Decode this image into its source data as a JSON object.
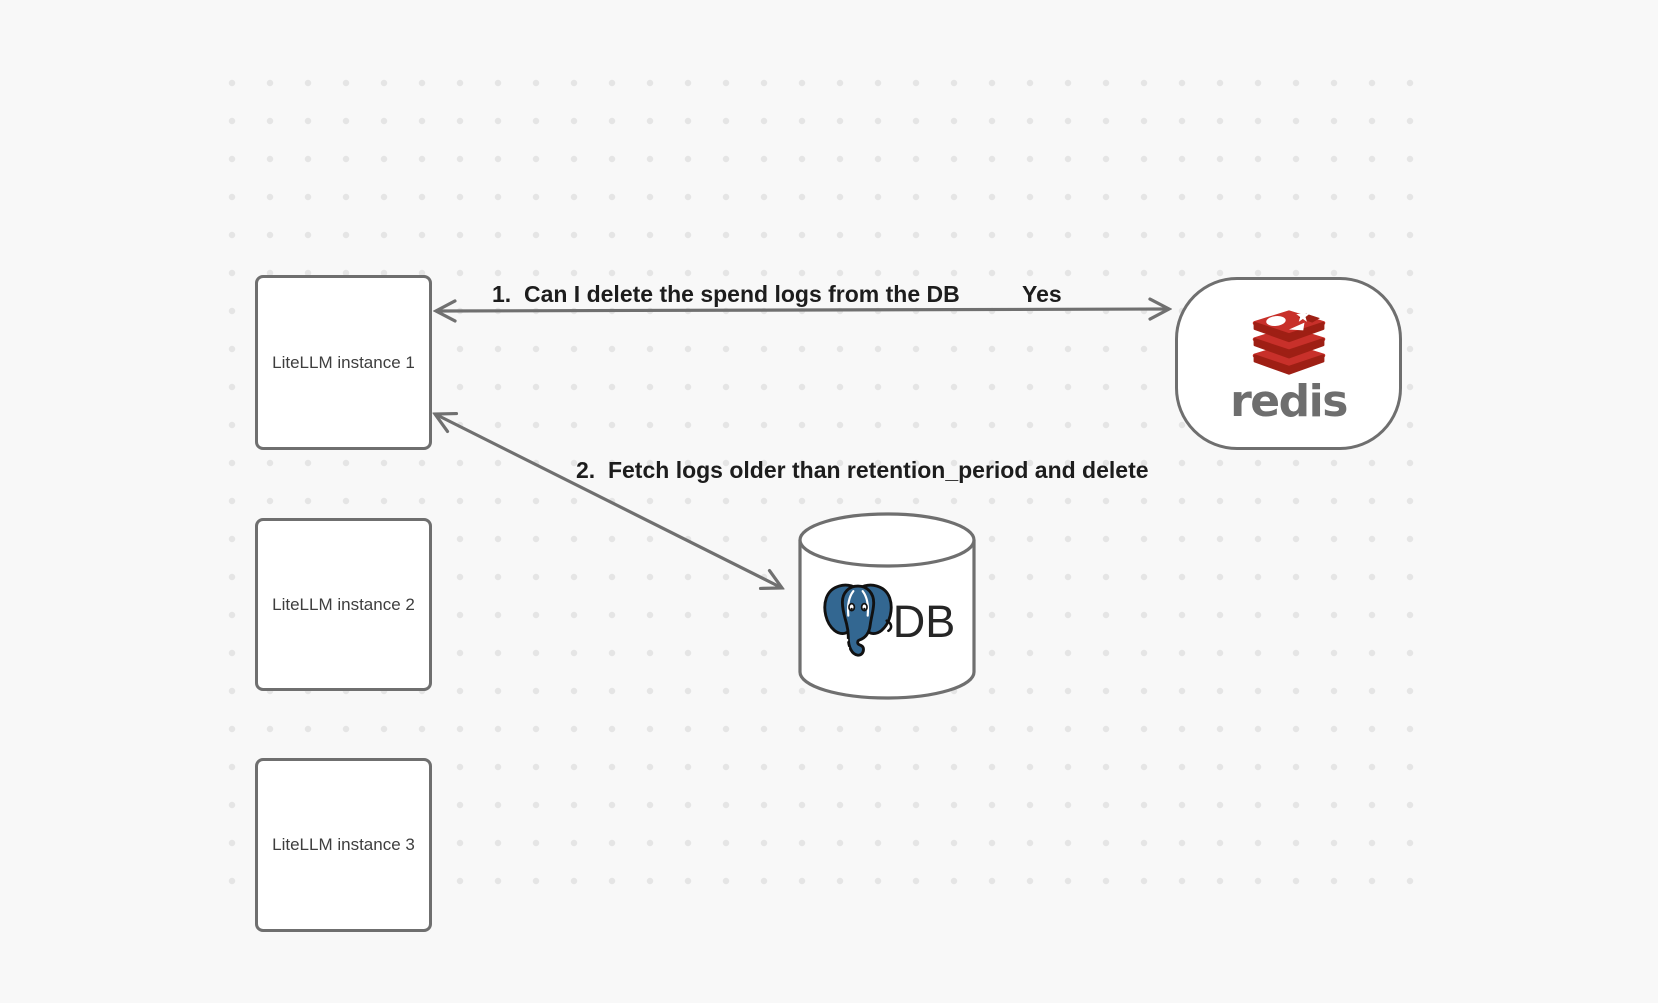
{
  "canvas": {
    "background_color": "#f8f8f8",
    "dot_color": "#e5e5e5",
    "stroke_color": "#707070"
  },
  "nodes": {
    "litellm": [
      {
        "label": "LiteLLM instance 1"
      },
      {
        "label": "LiteLLM instance 2"
      },
      {
        "label": "LiteLLM instance 3"
      }
    ],
    "redis": {
      "wordmark": "redis",
      "icon": "redis-stack-logo",
      "colors": {
        "red": "#c8302a",
        "red_dark": "#9e1f14",
        "wordmark_gray": "#6e6e6e"
      }
    },
    "db": {
      "label": "DB",
      "icon": "postgresql-elephant-logo",
      "colors": {
        "postgres_blue": "#336791"
      }
    }
  },
  "edges": {
    "edge1": {
      "label": "1.  Can I delete the spend logs from the DB",
      "response": "Yes",
      "direction": "bidirectional"
    },
    "edge2": {
      "label": "2.  Fetch logs older than retention_period and delete",
      "direction": "bidirectional"
    }
  }
}
